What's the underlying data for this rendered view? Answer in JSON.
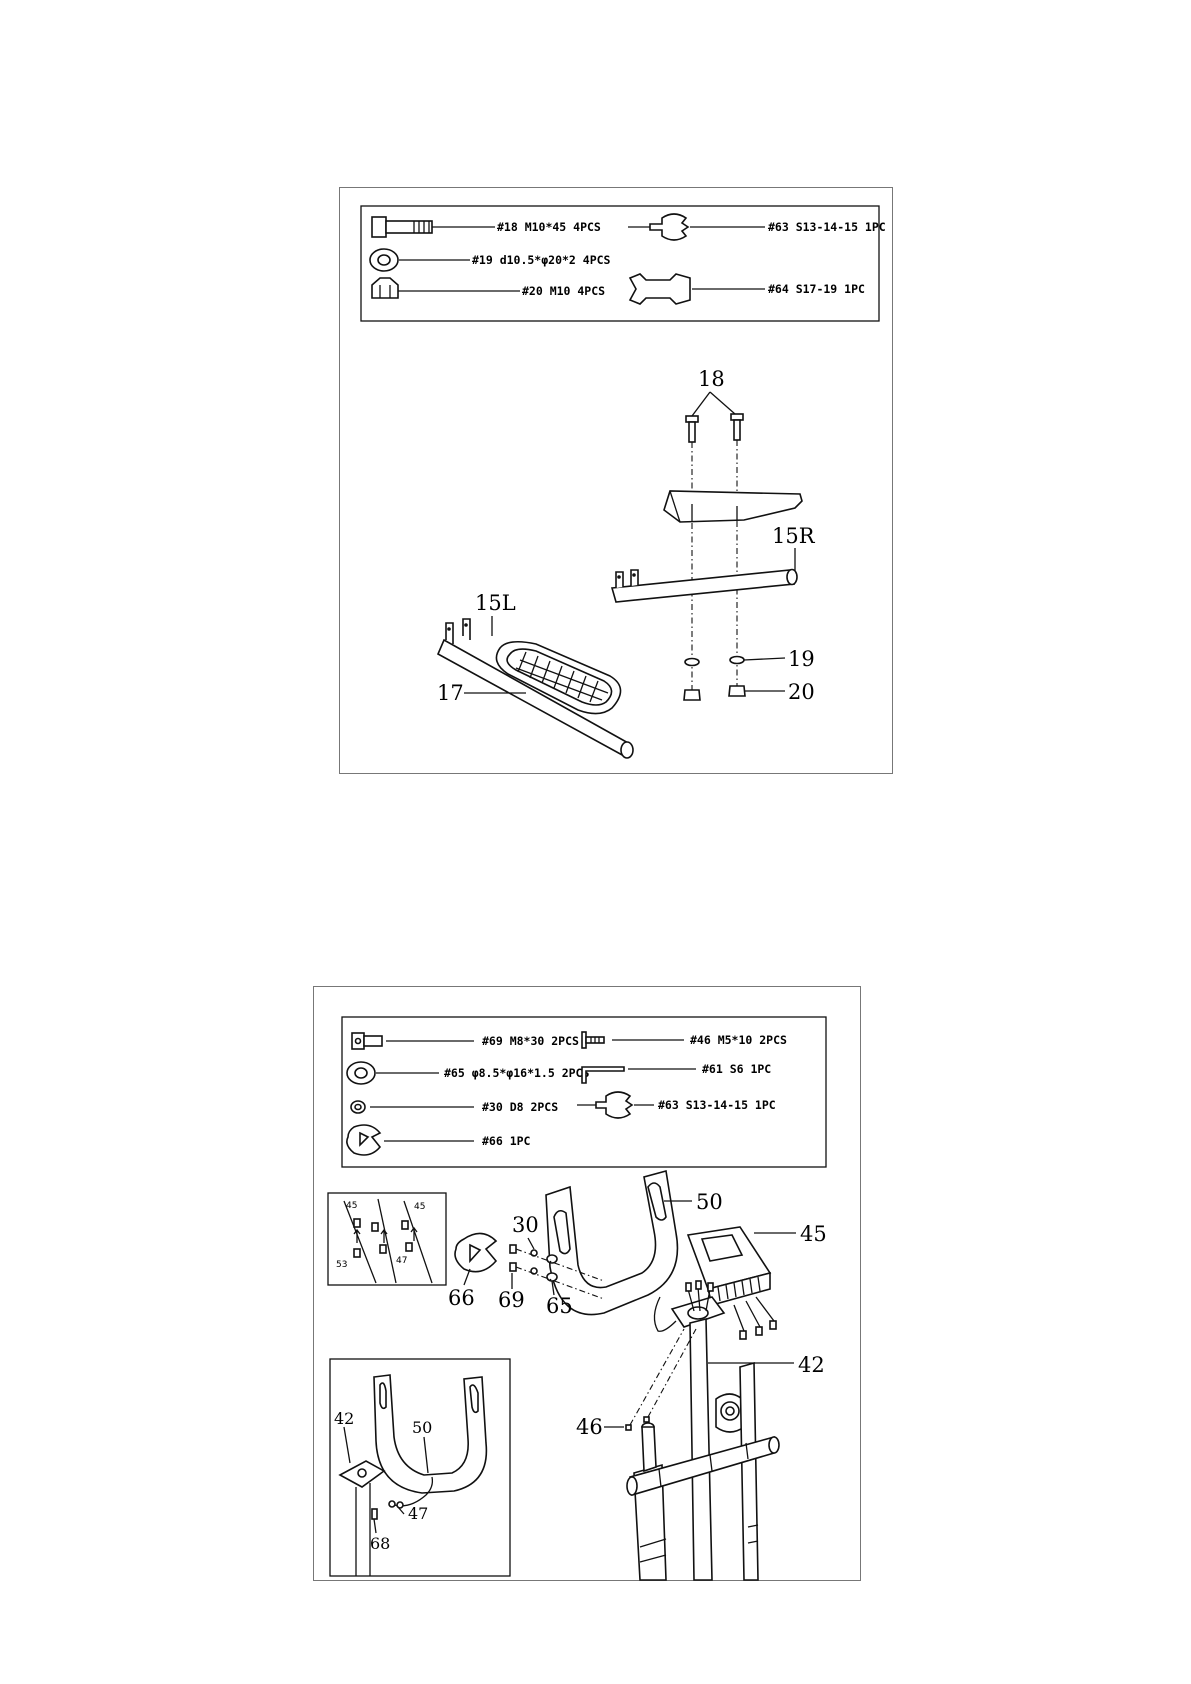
{
  "step1": {
    "hardware": [
      {
        "label": "#18 M10*45 4PCS",
        "icon": "bolt-icon"
      },
      {
        "label": "#19 d10.5*φ20*2 4PCS",
        "icon": "washer-icon"
      },
      {
        "label": "#20 M10 4PCS",
        "icon": "nut-icon"
      },
      {
        "label": "#63 S13-14-15 1PC",
        "icon": "wrench-icon"
      },
      {
        "label": "#64 S17-19 1PC",
        "icon": "spanner-icon"
      }
    ],
    "callouts": {
      "c18": "18",
      "c15R": "15R",
      "c19": "19",
      "c20": "20",
      "c15L": "15L",
      "c17": "17"
    }
  },
  "step2": {
    "hardware": [
      {
        "label": "#69 M8*30 2PCS",
        "icon": "bolt-icon"
      },
      {
        "label": "#65 φ8.5*φ16*1.5 2PCS",
        "icon": "washer-icon"
      },
      {
        "label": "#30 D8 2PCS",
        "icon": "spring-washer-icon"
      },
      {
        "label": "#66 1PC",
        "icon": "cap-icon"
      },
      {
        "label": "#46 M5*10 2PCS",
        "icon": "screw-icon"
      },
      {
        "label": "#61 S6 1PC",
        "icon": "allen-key-icon"
      },
      {
        "label": "#63 S13-14-15 1PC",
        "icon": "wrench-icon"
      }
    ],
    "callouts": {
      "c50": "50",
      "c45": "45",
      "c42": "42",
      "c46": "46",
      "c30": "30",
      "c66": "66",
      "c69": "69",
      "c65": "65"
    },
    "inset_top_callouts": {
      "a": "45",
      "b": "45",
      "c": "53",
      "d": "47"
    },
    "inset_bottom_callouts": {
      "a": "42",
      "b": "50",
      "c": "47",
      "d": "68"
    }
  }
}
